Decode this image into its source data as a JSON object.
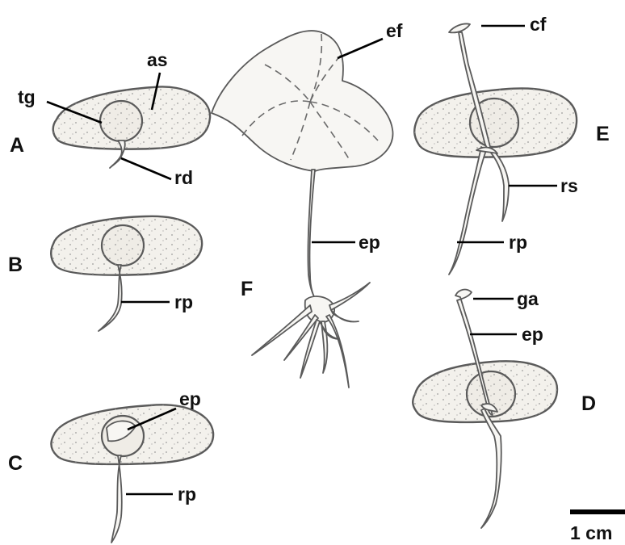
{
  "figure": {
    "panels": {
      "a": "A",
      "b": "B",
      "c": "C",
      "d": "D",
      "e": "E",
      "f": "F"
    },
    "labels": {
      "as": "as",
      "tg": "tg",
      "rd": "rd",
      "rp_b": "rp",
      "ep_c": "ep",
      "rp_c": "rp",
      "ef": "ef",
      "ep_f": "ep",
      "cf": "cf",
      "rs": "rs",
      "rp_e": "rp",
      "ga": "ga",
      "ep_d": "ep"
    },
    "scale_bar": {
      "label": "1 cm"
    }
  }
}
